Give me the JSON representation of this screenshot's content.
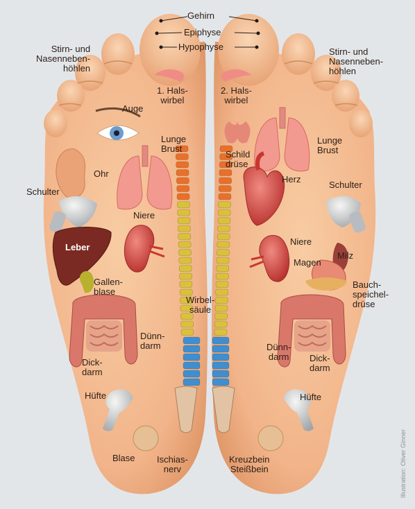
{
  "labels": {
    "gehirn": "Gehirn",
    "epiphyse": "Epiphyse",
    "hypophyse": "Hypophyse",
    "stirn_left": "Stirn- und\nNasenneben-\nhöhlen",
    "stirn_right": "Stirn- und\nNasenneben-\nhöhlen",
    "halswirbel_1": "1. Hals-\nwirbel",
    "halswirbel_2": "2. Hals-\nwirbel",
    "auge": "Auge",
    "lunge_left": "Lunge\nBrust",
    "lunge_right": "Lunge\nBrust",
    "schilddruese": "Schild\ndrüse",
    "ohr": "Ohr",
    "herz": "Herz",
    "schulter_left": "Schulter",
    "schulter_right": "Schulter",
    "niere_left": "Niere",
    "niere_right": "Niere",
    "leber": "Leber",
    "milz": "Milz",
    "magen": "Magen",
    "gallenblase": "Gallen-\nblase",
    "bauchspeicheldruese": "Bauch-\nspeichel-\ndrüse",
    "wirbelsaeule": "Wirbel-\nsäule",
    "duenndarm_left": "Dünn-\ndarm",
    "duenndarm_right": "Dünn-\ndarm",
    "dickdarm_left": "Dick-\ndarm",
    "dickdarm_right": "Dick-\ndarm",
    "huefte_left": "Hüfte",
    "huefte_right": "Hüfte",
    "blase": "Blase",
    "ischiasnerv": "Ischias-\nnerv",
    "kreuzbein": "Kreuzbein\nSteißbein"
  },
  "credit": "Illustration: Oliver Ginner",
  "colors": {
    "background": "#e3e6e9",
    "skin": "#f2b98c",
    "skin_shadow": "#d98d5c",
    "spine_upper": "#e8702a",
    "spine_mid": "#d8c23a",
    "spine_lower": "#3f8fd0",
    "organ_red": "#d94f4f",
    "liver": "#7a2a22",
    "gall": "#b9b02e"
  }
}
